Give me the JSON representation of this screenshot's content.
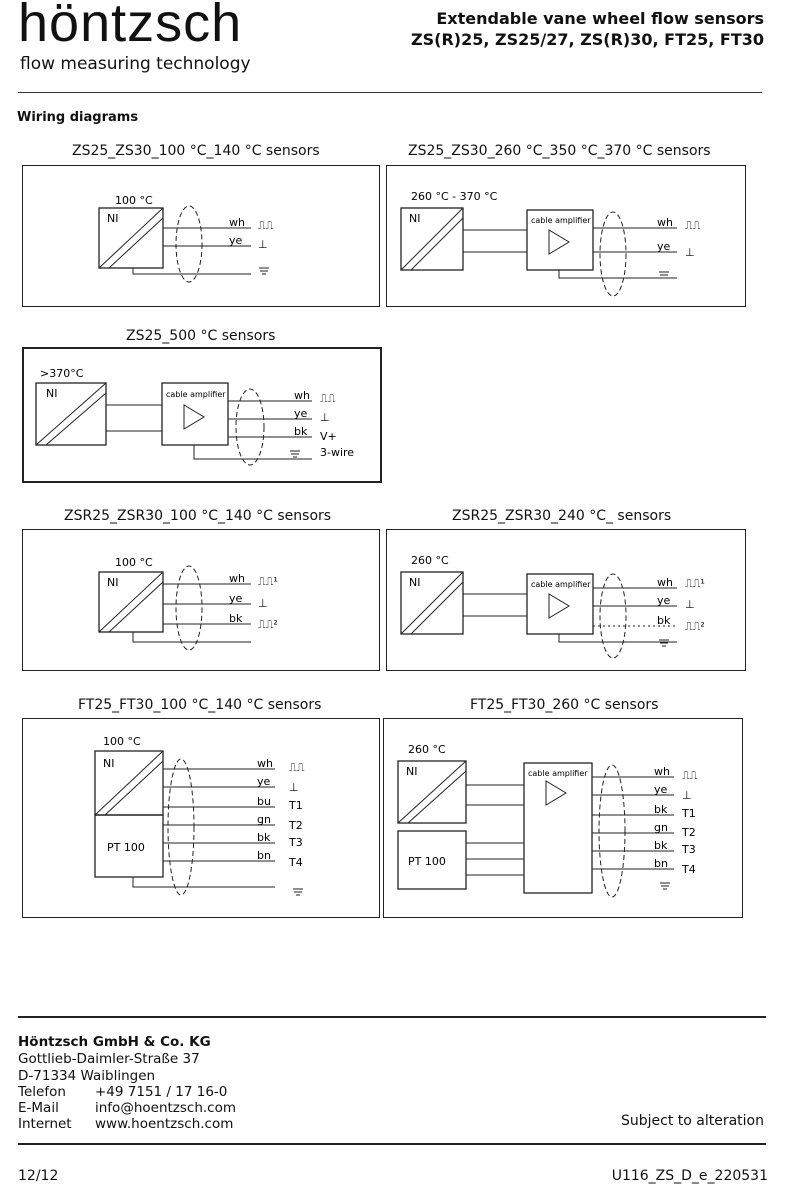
{
  "header": {
    "logo": "höntzsch",
    "tagline": "flow measuring technology",
    "title_line1": "Extendable vane wheel flow sensors",
    "title_line2": "ZS(R)25, ZS25/27, ZS(R)30, FT25, FT30"
  },
  "section_title": "Wiring diagrams",
  "diagrams": {
    "d1": {
      "caption": "ZS25_ZS30_100 °C_140 °C sensors",
      "temp": "100 °C",
      "sensor": "NI",
      "wires": [
        "wh",
        "ye"
      ],
      "signals": [
        "⎍⎍",
        "⊥"
      ]
    },
    "d2": {
      "caption": "ZS25_ZS30_260 °C_350 °C_370 °C sensors",
      "temp": "260 °C - 370 °C",
      "sensor": "NI",
      "amp": "cable amplifier",
      "wires": [
        "wh",
        "ye"
      ],
      "signals": [
        "⎍⎍",
        "⊥"
      ]
    },
    "d3": {
      "caption": "ZS25_500 °C sensors",
      "temp": ">370°C",
      "sensor": "NI",
      "amp": "cable amplifier",
      "wires": [
        "wh",
        "ye",
        "bk"
      ],
      "signals": [
        "⎍⎍",
        "⊥",
        "V+"
      ],
      "extra": "3-wire"
    },
    "d4": {
      "caption": "ZSR25_ZSR30_100 °C_140 °C sensors",
      "temp": "100 °C",
      "sensor": "NI",
      "wires": [
        "wh",
        "ye",
        "bk"
      ],
      "signals": [
        "⎍⎍¹",
        "⊥",
        "⎍⎍²"
      ]
    },
    "d5": {
      "caption": "ZSR25_ZSR30_240 °C_ sensors",
      "temp": "260 °C",
      "sensor": "NI",
      "amp": "cable amplifier",
      "wires": [
        "wh",
        "ye",
        "bk"
      ],
      "signals": [
        "⎍⎍¹",
        "⊥",
        "⎍⎍²"
      ]
    },
    "d6": {
      "caption": "FT25_FT30_100 °C_140 °C sensors",
      "temp": "100 °C",
      "sensor": "NI",
      "sensor2": "PT 100",
      "wires": [
        "wh",
        "ye",
        "bu",
        "gn",
        "bk",
        "bn"
      ],
      "signals": [
        "⎍⎍",
        "⊥",
        "T1",
        "T2",
        "T3",
        "T4"
      ]
    },
    "d7": {
      "caption": "FT25_FT30_260 °C sensors",
      "temp": "260 °C",
      "sensor": "NI",
      "sensor2": "PT 100",
      "amp": "cable amplifier",
      "wires": [
        "wh",
        "ye",
        "bk",
        "gn",
        "bk",
        "bn"
      ],
      "signals": [
        "⎍⎍",
        "⊥",
        "T1",
        "T2",
        "T3",
        "T4"
      ]
    }
  },
  "footer": {
    "company": "Höntzsch GmbH & Co. KG",
    "street": "Gottlieb-Daimler-Straße 37",
    "city": "D-71334 Waiblingen",
    "phone_label": "Telefon",
    "phone": "+49 7151 / 17 16-0",
    "email_label": "E-Mail",
    "email": "info@hoentzsch.com",
    "web_label": "Internet",
    "web": "www.hoentzsch.com",
    "note": "Subject to alteration",
    "page": "12/12",
    "doc_id": "U116_ZS_D_e_220531"
  }
}
